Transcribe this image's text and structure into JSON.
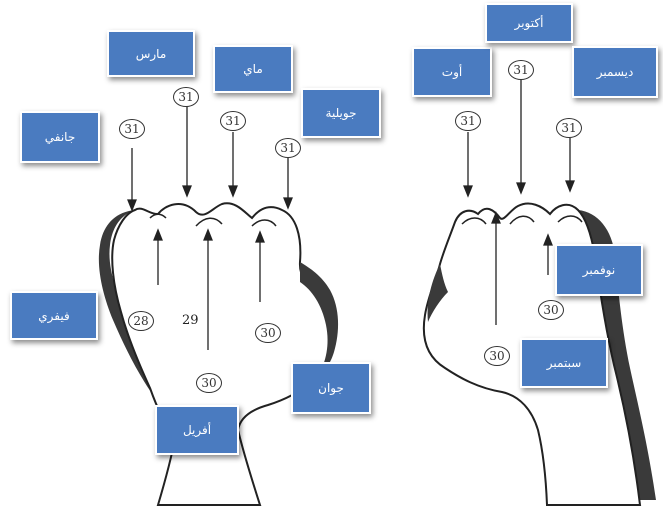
{
  "months": {
    "jan": "جانفي",
    "feb": "فيفري",
    "mar": "مارس",
    "apr": "أفريل",
    "may": "ماي",
    "jun": "جوان",
    "jul": "جويلية",
    "aug": "أوت",
    "sep": "سبتمبر",
    "oct": "أكتوبر",
    "nov": "نوفمبر",
    "dec": "ديسمبر"
  },
  "days": {
    "jan": "31",
    "feb": "28",
    "mar": "31",
    "apr": "30",
    "may": "31",
    "jun": "30",
    "jul": "31",
    "feb_alt": "29",
    "aug": "31",
    "sep": "30",
    "oct": "31",
    "nov": "30",
    "dec": "31"
  },
  "colors": {
    "box_fill": "#4a7bc0",
    "box_text": "#ffffff",
    "ink": "#222222",
    "glove_dark": "#3a3a3a"
  }
}
